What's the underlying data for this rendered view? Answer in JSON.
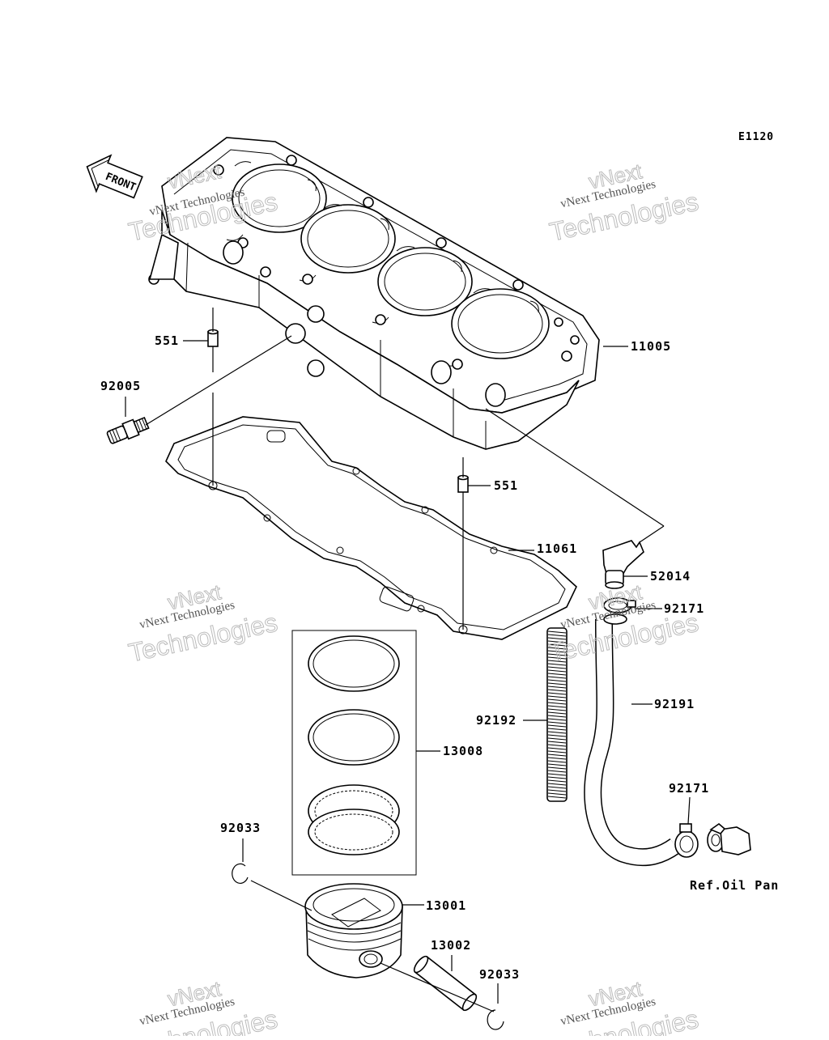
{
  "diagram_code": "E1120",
  "front_label": "FRONT",
  "watermark": {
    "line1": "vNext",
    "line2": "vNext Technologies",
    "line3": "Technologies"
  },
  "callouts": {
    "cylinder": "11005",
    "dowel_upper": "551",
    "dowel_lower": "551",
    "fitting": "92005",
    "gasket": "11061",
    "elbow": "52014",
    "clamp_upper": "92171",
    "hose": "92191",
    "spring": "92192",
    "clamp_lower": "92171",
    "ring_set": "13008",
    "piston": "13001",
    "pin": "13002",
    "circlip_left": "92033",
    "circlip_right": "92033"
  },
  "ref_note": "Ref.Oil Pan"
}
